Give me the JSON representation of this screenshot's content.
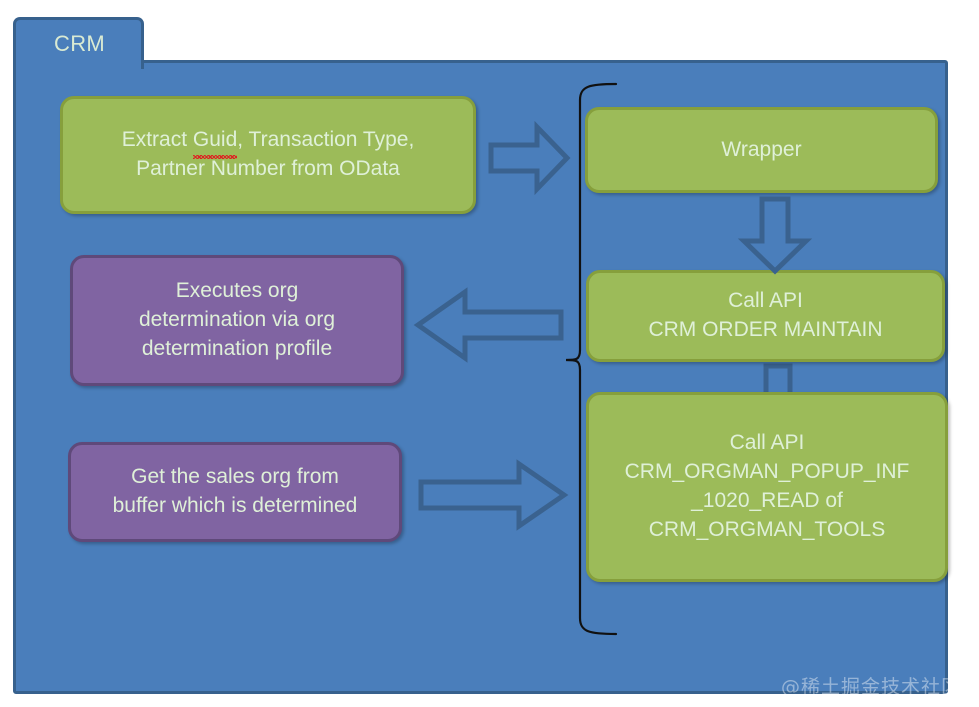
{
  "diagram": {
    "container": {
      "tab_label": "CRM",
      "fill_color": "#4a7ebb",
      "border_color": "#37618d"
    },
    "colors": {
      "green_fill": "#9cbb59",
      "green_border": "#869f3c",
      "purple_fill": "#8064a2",
      "purple_border": "#5f497a",
      "arrow_stroke": "#3a628f",
      "text": "#dff0d8",
      "bracket": "#111111"
    },
    "nodes": [
      {
        "id": "extract",
        "type": "green",
        "lines": [
          "Extract Guid, Transaction Type,",
          "Partner Number from OData"
        ],
        "line1_pre": "Extract ",
        "line1_misspelled": "Guid",
        "line1_post": ", Transaction Type,",
        "line2": "Partner Number from OData"
      },
      {
        "id": "executes",
        "type": "purple",
        "lines": [
          "Executes org",
          "determination via org",
          "determination profile"
        ]
      },
      {
        "id": "getsales",
        "type": "purple",
        "lines": [
          "Get the sales org from",
          "buffer which is determined"
        ]
      },
      {
        "id": "wrapper",
        "type": "green",
        "lines": [
          "Wrapper"
        ]
      },
      {
        "id": "call-order-maintain",
        "type": "green",
        "lines": [
          "Call API",
          "CRM  ORDER  MAINTAIN"
        ]
      },
      {
        "id": "call-orgman-popup",
        "type": "green",
        "lines": [
          "Call API",
          "CRM_ORGMAN_POPUP_INF",
          "_1020_READ of",
          "CRM_ORGMAN_TOOLS"
        ]
      }
    ],
    "connectors": [
      {
        "id": "extract-to-wrapper",
        "direction": "right"
      },
      {
        "id": "wrapper-to-call-order-maintain",
        "direction": "down"
      },
      {
        "id": "call-order-maintain-to-popup",
        "direction": "down"
      },
      {
        "id": "call-order-maintain-to-executes",
        "direction": "left"
      },
      {
        "id": "getsales-to-popup",
        "direction": "right"
      }
    ],
    "bracket": {
      "id": "right-column-bracket",
      "orientation": "left-brace"
    },
    "watermark": "@稀土掘金技术社区"
  }
}
